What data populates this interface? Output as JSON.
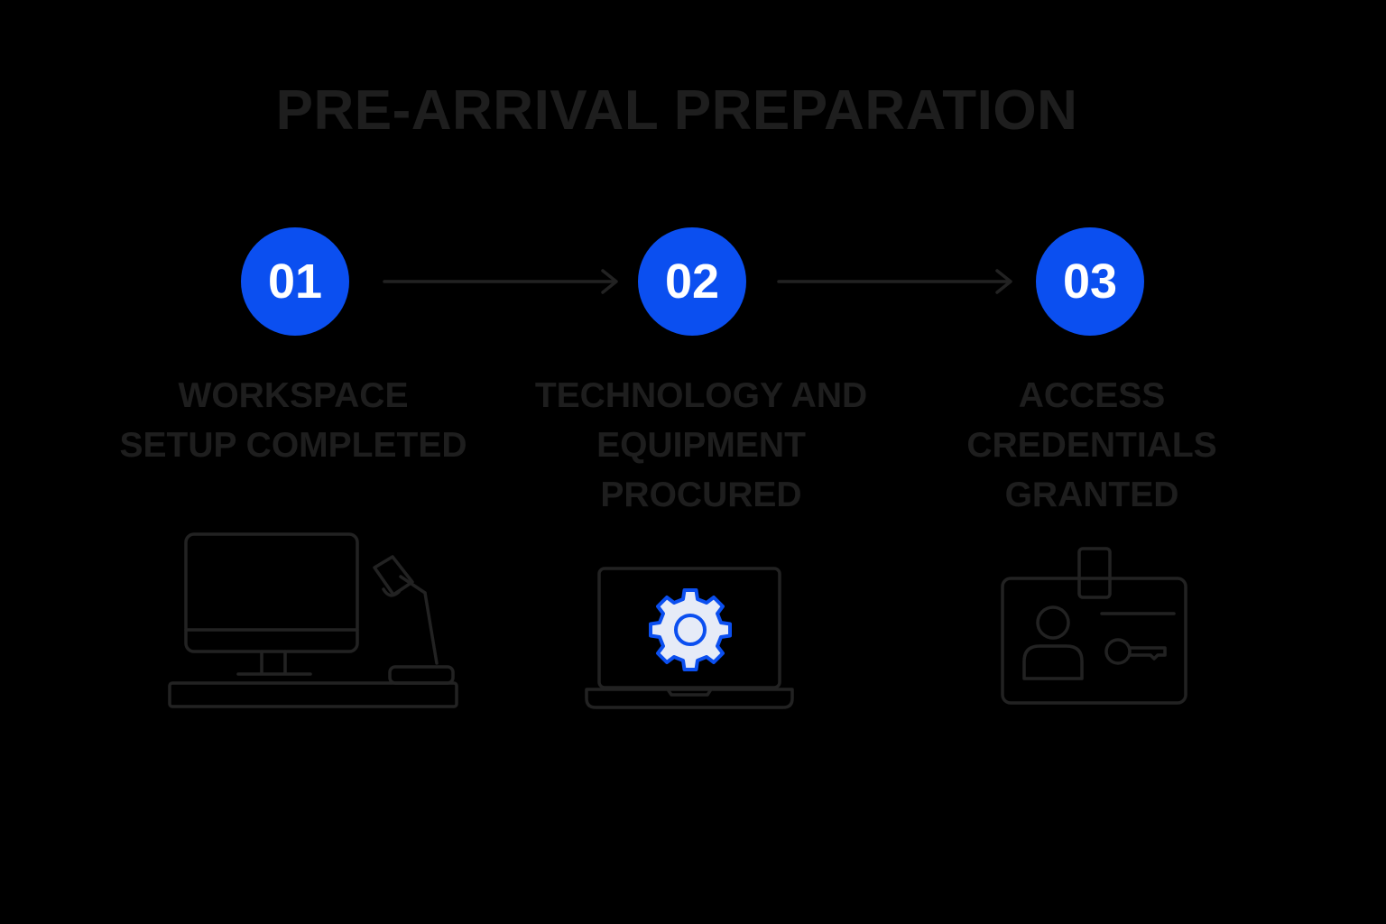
{
  "title": "PRE-ARRIVAL PREPARATION",
  "colors": {
    "background": "#000000",
    "accent": "#0b4ff0",
    "dark_text": "#1e1e1e",
    "outline": "#222222",
    "gear_fill": "#e6ebf7"
  },
  "steps": [
    {
      "number": "01",
      "label_lines": [
        "WORKSPACE",
        "SETUP COMPLETED"
      ],
      "icon": "desktop-computer-with-desk-lamp-icon"
    },
    {
      "number": "02",
      "label_lines": [
        "TECHNOLOGY AND",
        "EQUIPMENT",
        "PROCURED"
      ],
      "icon": "laptop-with-gear-icon"
    },
    {
      "number": "03",
      "label_lines": [
        "ACCESS",
        "CREDENTIALS",
        "GRANTED"
      ],
      "icon": "id-badge-with-key-icon"
    }
  ]
}
